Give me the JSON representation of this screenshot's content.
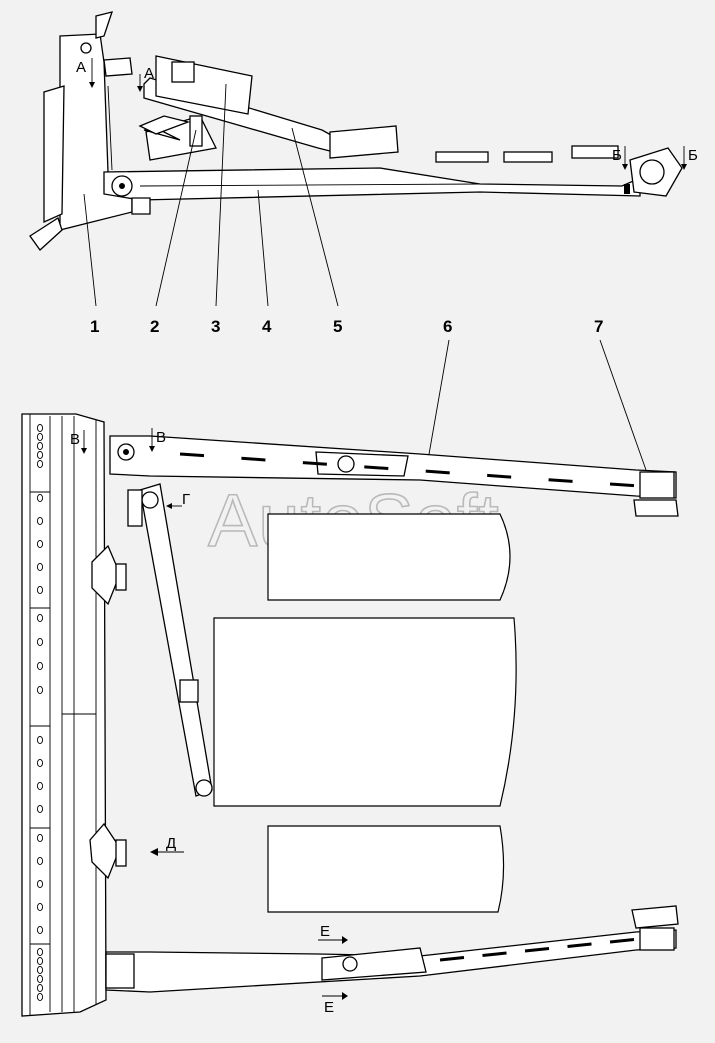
{
  "watermark": "AutoSoft",
  "callouts": [
    "1",
    "2",
    "3",
    "4",
    "5",
    "6",
    "7"
  ],
  "section_markers": {
    "A": "А",
    "B": "Б",
    "V": "В",
    "G": "Г",
    "D": "Д",
    "E": "Е"
  }
}
